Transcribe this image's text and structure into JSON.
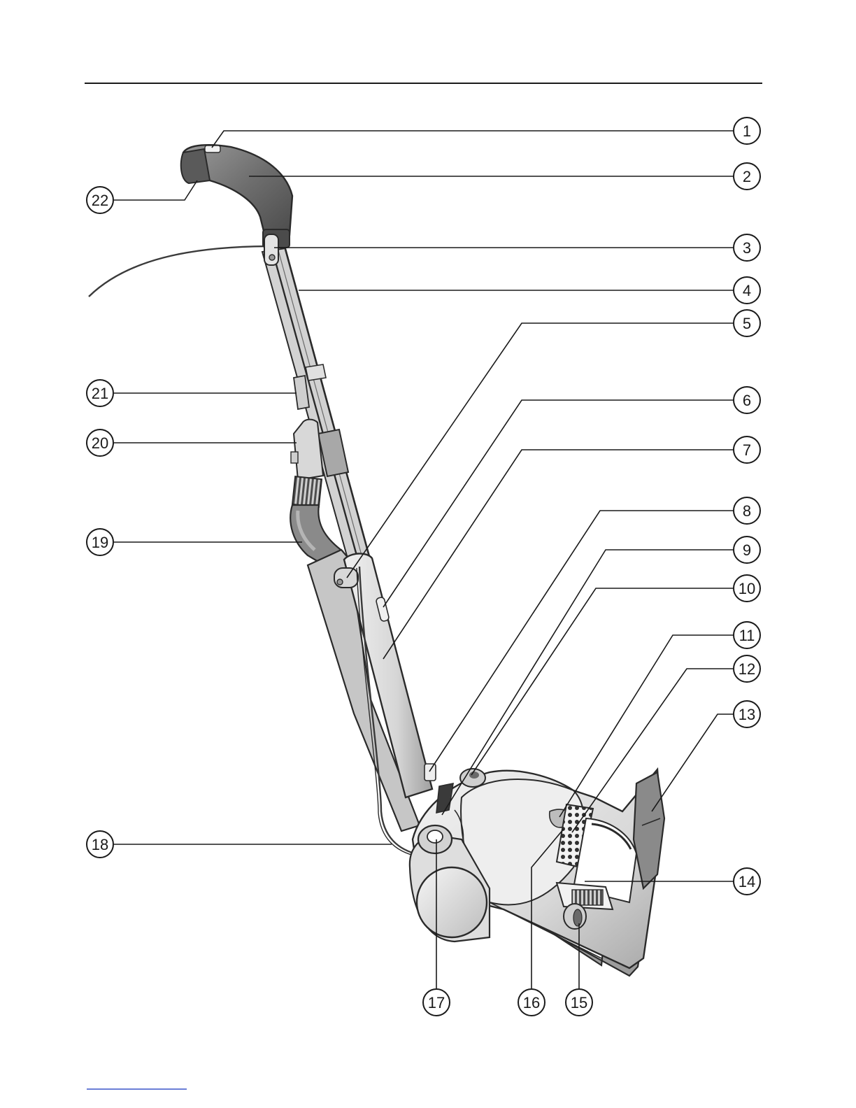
{
  "callouts": [
    {
      "id": "1",
      "label": "1"
    },
    {
      "id": "2",
      "label": "2"
    },
    {
      "id": "3",
      "label": "3"
    },
    {
      "id": "4",
      "label": "4"
    },
    {
      "id": "5",
      "label": "5"
    },
    {
      "id": "6",
      "label": "6"
    },
    {
      "id": "7",
      "label": "7"
    },
    {
      "id": "8",
      "label": "8"
    },
    {
      "id": "9",
      "label": "9"
    },
    {
      "id": "10",
      "label": "10"
    },
    {
      "id": "11",
      "label": "11"
    },
    {
      "id": "12",
      "label": "12"
    },
    {
      "id": "13",
      "label": "13"
    },
    {
      "id": "14",
      "label": "14"
    },
    {
      "id": "15",
      "label": "15"
    },
    {
      "id": "16",
      "label": "16"
    },
    {
      "id": "17",
      "label": "17"
    },
    {
      "id": "18",
      "label": "18"
    },
    {
      "id": "19",
      "label": "19"
    },
    {
      "id": "20",
      "label": "20"
    },
    {
      "id": "21",
      "label": "21"
    },
    {
      "id": "22",
      "label": "22"
    }
  ],
  "colors": {
    "line": "#1a1a1a",
    "body_light": "#e6e6e6",
    "body_mid": "#bdbdbd",
    "handle_dark": "#6e6e6e",
    "hose_dark": "#8a8a8a"
  }
}
